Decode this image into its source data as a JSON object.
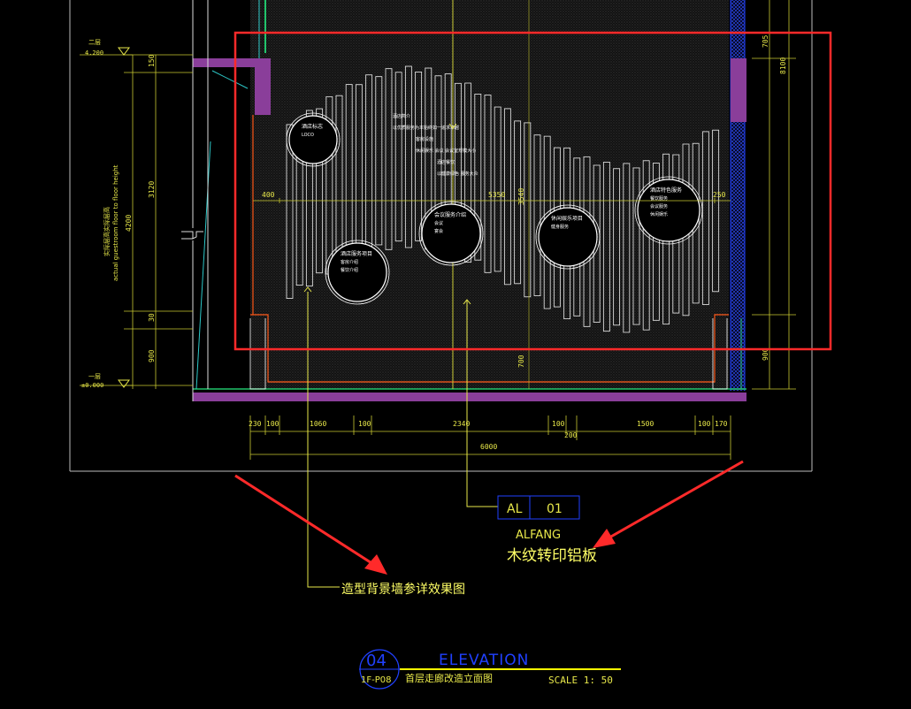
{
  "drawing": {
    "dimensions_bottom": {
      "row1": [
        "230",
        "100",
        "1060",
        "100",
        "2340",
        "100",
        "1500",
        "100",
        "170"
      ],
      "row2_mid": "200",
      "row3_total": "6000"
    },
    "dimensions_left": [
      "150",
      "3120",
      "4200",
      "30",
      "900"
    ],
    "dimensions_right": [
      "705",
      "8100",
      "900"
    ],
    "dimensions_center": {
      "left": "400",
      "center": "5350",
      "right": "250",
      "vertical_upper": "3540",
      "vertical_lower": "700"
    },
    "level_marks": {
      "top_name": "二层",
      "top_value": "4.200",
      "bottom_name": "一层",
      "bottom_value": "±0.000"
    },
    "left_vertical_cn": "实际层高实际层高",
    "left_vertical_en": "actual guestroom floor to floor height",
    "circles": [
      {
        "lines": [
          "酒店标志",
          "LOCO"
        ]
      },
      {
        "lines": [
          "酒店服务项目",
          "客房介绍",
          "餐饮介绍"
        ]
      },
      {
        "lines": [
          "酒店特色服务",
          "餐饮服务",
          "会议服务",
          "休闲娱乐"
        ]
      },
      {
        "lines": [
          "会议服务介绍",
          "会议",
          "宴会"
        ]
      },
      {
        "lines": [
          "休闲娱乐项目",
          "健身服务"
        ]
      }
    ],
    "text_block": [
      "酒店简介",
      "以优质服务为本始终如一追求卓越",
      "客房设施",
      "休闲娱乐 会议 会议室规模大小",
      "酒店餐饮",
      "以健康绿色 服务大众"
    ]
  },
  "callouts": {
    "tag_left": "AL",
    "tag_right": "01",
    "brand": "ALFANG",
    "material": "木纹转印铝板",
    "wall_note": "造型背景墙参详效果图"
  },
  "title_block": {
    "number": "04",
    "sheet": "1F-P08",
    "title_en": "ELEVATION",
    "title_cn": "首层走廊改造立面图",
    "scale": "SCALE 1: 50"
  },
  "colors": {
    "background": "#000000",
    "dim_yellow": "#e8e84a",
    "bright_yellow": "#ffff00",
    "red_annotation": "#ff2a2a",
    "magenta_wall": "#8a3e9a",
    "cyan": "#2cc7c7",
    "green": "#21c46b",
    "white": "#ffffff",
    "blue": "#2040ff"
  }
}
